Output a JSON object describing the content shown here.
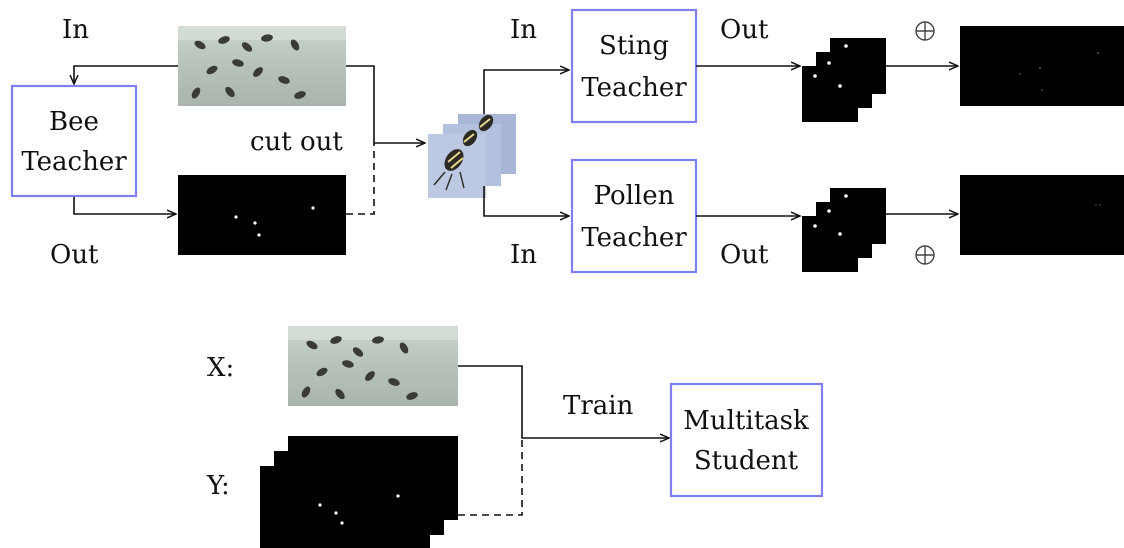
{
  "colors": {
    "box_border": "#7f7ff0",
    "mask_bg": "#000000",
    "photo_bg": "#b9c6bc"
  },
  "labels": {
    "in_top_left": "In",
    "out_bottom_left": "Out",
    "cut_out": "cut out",
    "in_sting": "In",
    "out_sting": "Out",
    "in_pollen": "In",
    "out_pollen": "Out",
    "oplus_top": "⊕",
    "oplus_bottom": "⊕",
    "x_label": "X:",
    "y_label": "Y:",
    "train": "Train"
  },
  "boxes": {
    "bee_teacher": [
      "Bee",
      "Teacher"
    ],
    "sting_teacher": [
      "Sting",
      "Teacher"
    ],
    "pollen_teacher": [
      "Pollen",
      "Teacher"
    ],
    "multitask_student": [
      "Multitask",
      "Student"
    ]
  }
}
